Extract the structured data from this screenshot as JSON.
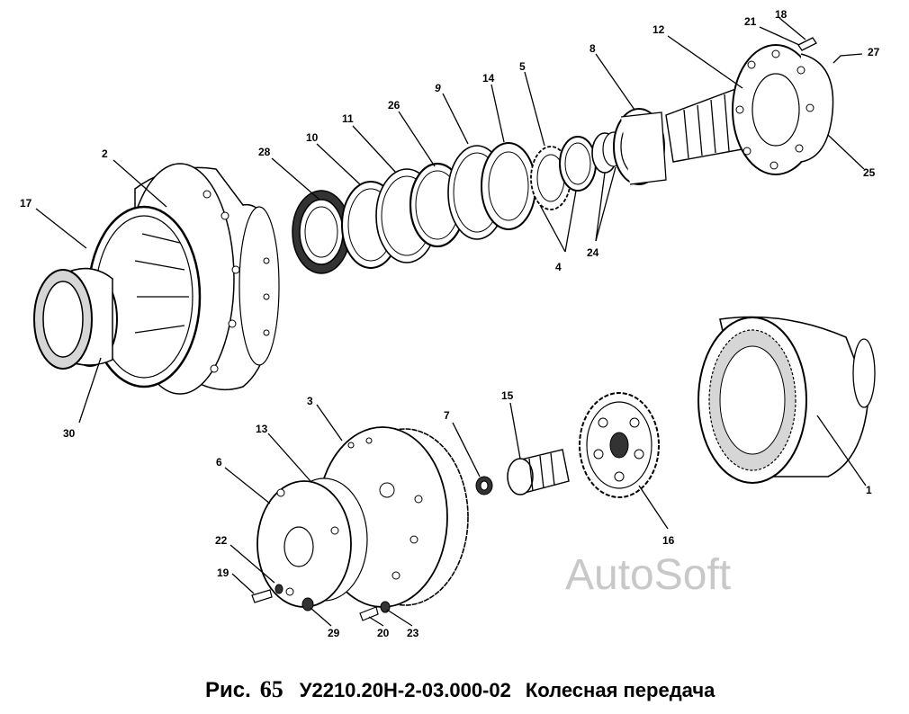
{
  "caption": {
    "figure_prefix": "Рис.",
    "figure_number": "65",
    "drawing_code": "У2210.20Н-2-03.000-02",
    "title": "Колесная передача"
  },
  "watermark": "AutoSoft",
  "part_labels": {
    "p1": "1",
    "p2": "2",
    "p3": "3",
    "p4": "4",
    "p5": "5",
    "p6": "6",
    "p7": "7",
    "p8": "8",
    "p9": "9",
    "p10": "10",
    "p11": "11",
    "p12": "12",
    "p13": "13",
    "p14": "14",
    "p15": "15",
    "p16": "16",
    "p17": "17",
    "p18": "18",
    "p19": "19",
    "p20": "20",
    "p21": "21",
    "p22": "22",
    "p23": "23",
    "p24": "24",
    "p25": "25",
    "p26": "26",
    "p27": "27",
    "p28": "28",
    "p29": "29",
    "p30": "30"
  }
}
